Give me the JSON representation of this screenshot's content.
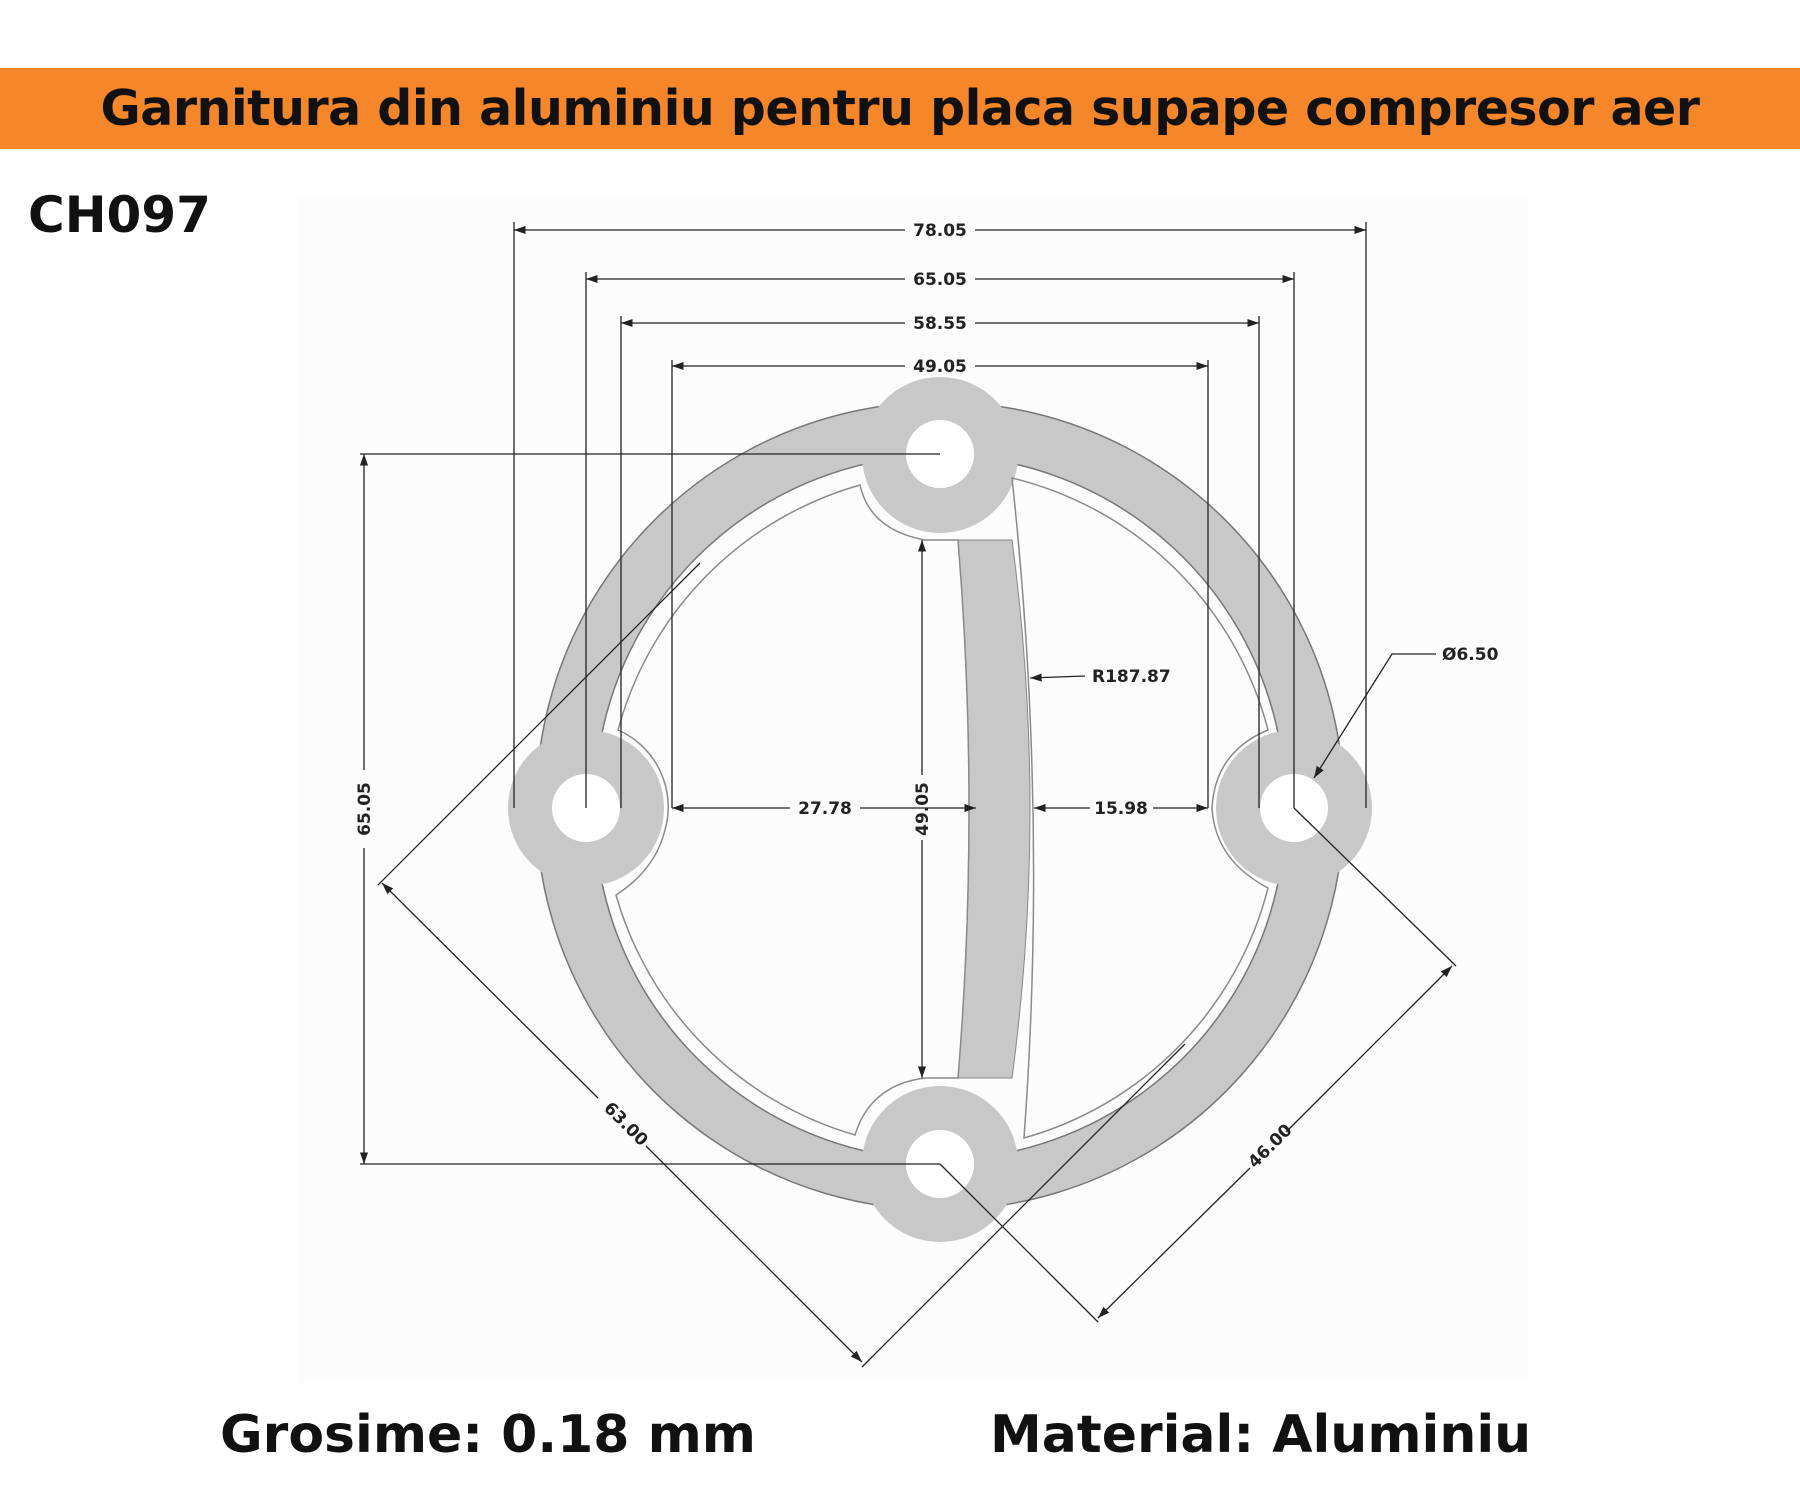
{
  "header": {
    "title": "Garnitura din aluminiu pentru placa supape compresor aer"
  },
  "part": {
    "code": "CH097"
  },
  "dimensions": {
    "overall_width": "78.05",
    "outer_hole_spacing": "65.05",
    "inner_width_a": "58.55",
    "inner_width_b": "49.05",
    "vertical_hole_spacing": "65.05",
    "center_slot_height": "49.05",
    "left_window_width": "27.78",
    "right_window_width": "15.98",
    "arc_radius": "R187.87",
    "hole_diameter": "Ø6.50",
    "diagonal_left": "63.00",
    "diagonal_right": "46.00"
  },
  "footer": {
    "thickness": "Grosime:  0.18  mm",
    "material": "Material: Aluminiu"
  },
  "colors": {
    "accent": "#f5862a",
    "gasket_fill": "#c8c8c8",
    "line": "#222222"
  }
}
